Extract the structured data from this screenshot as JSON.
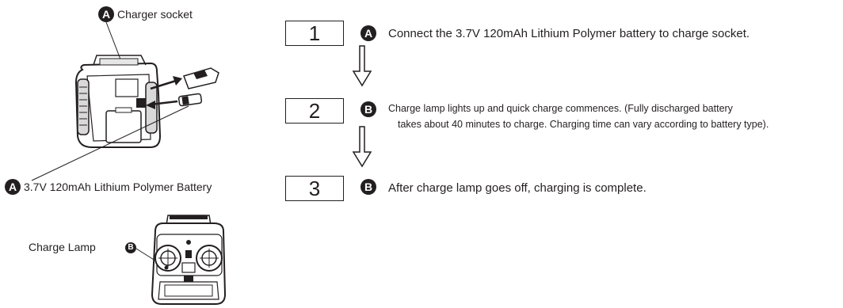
{
  "left": {
    "charger_socket": {
      "badge": "A",
      "label": "Charger socket"
    },
    "battery": {
      "badge": "A",
      "label": "3.7V 120mAh Lithium Polymer Battery"
    },
    "charge_lamp": {
      "badge": "B",
      "label": "Charge Lamp"
    }
  },
  "steps": [
    {
      "number": "1",
      "badge": "A",
      "lines": [
        "Connect the 3.7V 120mAh Lithium Polymer battery to charge socket."
      ]
    },
    {
      "number": "2",
      "badge": "B",
      "lines": [
        "Charge lamp lights up and quick charge commences. (Fully discharged battery",
        "takes about 40 minutes to charge. Charging time can vary according to battery type)."
      ]
    },
    {
      "number": "3",
      "badge": "B",
      "lines": [
        "After charge lamp goes off, charging is complete."
      ]
    }
  ]
}
